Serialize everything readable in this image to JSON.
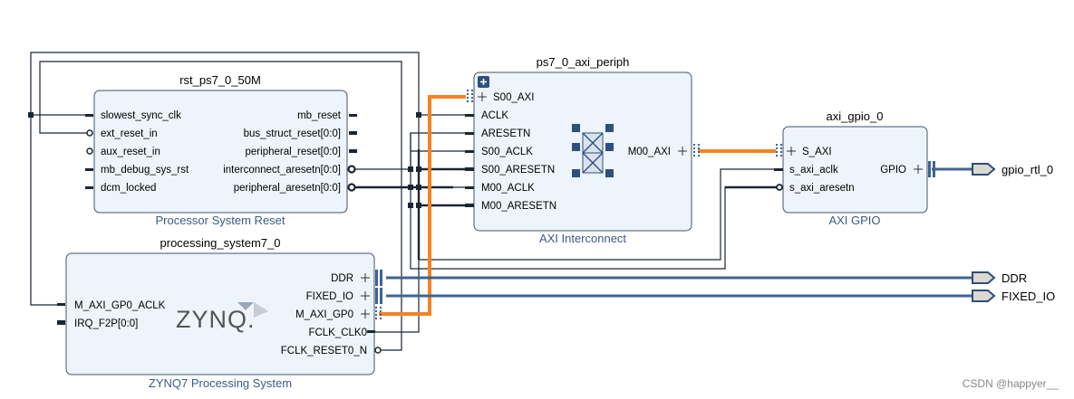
{
  "rst": {
    "instance": "rst_ps7_0_50M",
    "type": "Processor System Reset",
    "inputs": [
      "slowest_sync_clk",
      "ext_reset_in",
      "aux_reset_in",
      "mb_debug_sys_rst",
      "dcm_locked"
    ],
    "outputs": [
      "mb_reset",
      "bus_struct_reset[0:0]",
      "peripheral_reset[0:0]",
      "interconnect_aresetn[0:0]",
      "peripheral_aresetn[0:0]"
    ]
  },
  "ps": {
    "instance": "processing_system7_0",
    "type": "ZYNQ7 Processing System",
    "logo": "ZYNQ.",
    "inputs": [
      "M_AXI_GP0_ACLK",
      "IRQ_F2P[0:0]"
    ],
    "outputs": [
      "DDR",
      "FIXED_IO",
      "M_AXI_GP0",
      "FCLK_CLK0",
      "FCLK_RESET0_N"
    ]
  },
  "ic": {
    "instance": "ps7_0_axi_periph",
    "type": "AXI Interconnect",
    "inputs": [
      "S00_AXI",
      "ACLK",
      "ARESETN",
      "S00_ACLK",
      "S00_ARESETN",
      "M00_ACLK",
      "M00_ARESETN"
    ],
    "outputs": [
      "M00_AXI"
    ]
  },
  "gpio": {
    "instance": "axi_gpio_0",
    "type": "AXI GPIO",
    "inputs": [
      "S_AXI",
      "s_axi_aclk",
      "s_axi_aresetn"
    ],
    "outputs": [
      "GPIO"
    ]
  },
  "ports": [
    "gpio_rtl_0",
    "DDR",
    "FIXED_IO"
  ],
  "watermark": "CSDN @happyer__",
  "colors": {
    "block_fill": "#edf4fb",
    "block_stroke": "#44546a",
    "wire": "#1c2633",
    "bus": "#3d6594",
    "axi": "#f58223",
    "subtitle": "#3b5a86"
  }
}
